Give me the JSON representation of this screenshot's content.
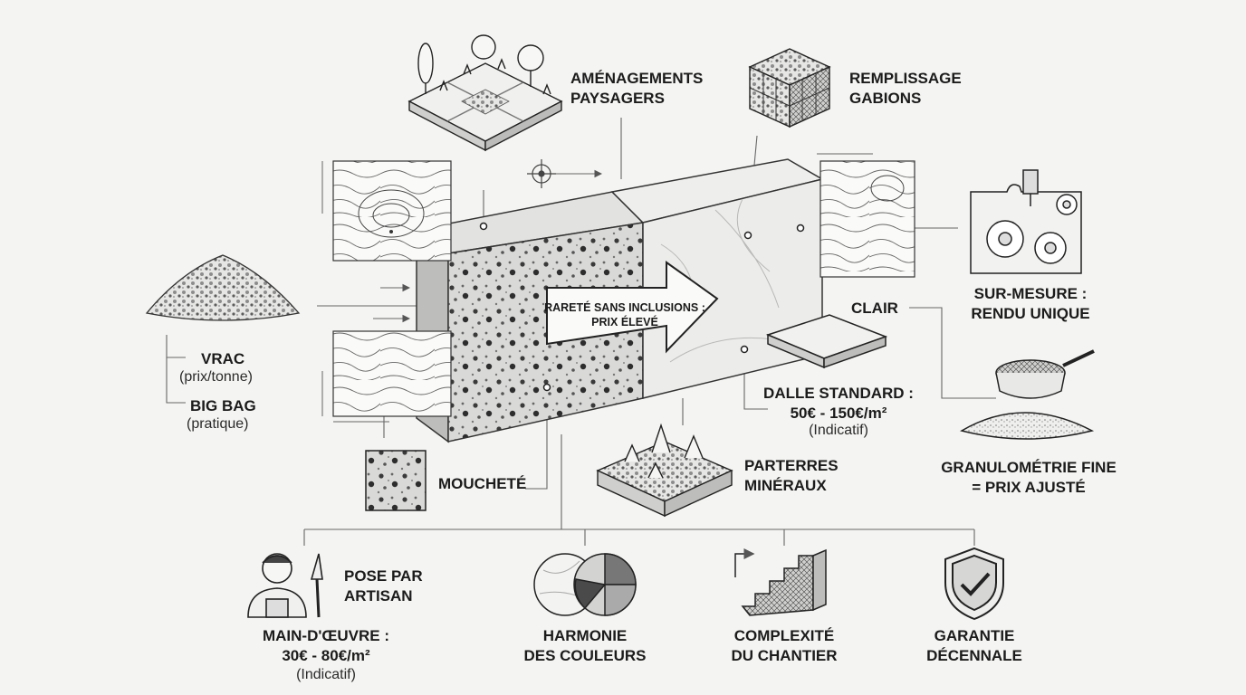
{
  "labels": {
    "amenagements": [
      "AMÉNAGEMENTS",
      "PAYSAGERS"
    ],
    "gabions": [
      "REMPLISSAGE",
      "GABIONS"
    ],
    "sur_mesure": [
      "SUR-MESURE :",
      "RENDU UNIQUE"
    ],
    "clair": "CLAIR",
    "dalle": [
      "DALLE STANDARD :",
      "50€ - 150€/m²"
    ],
    "dalle_sub": "(Indicatif)",
    "granulo": [
      "GRANULOMÉTRIE FINE",
      "= PRIX AJUSTÉ"
    ],
    "vrac": "VRAC",
    "vrac_sub": "(prix/tonne)",
    "bigbag": "BIG BAG",
    "bigbag_sub": "(pratique)",
    "mouchete": "MOUCHETÉ",
    "parterres": [
      "PARTERRES",
      "MINÉRAUX"
    ],
    "rarete": [
      "RARETÉ SANS INCLUSIONS :",
      "PRIX ÉLEVÉ"
    ],
    "pose": [
      "POSE PAR",
      "ARTISAN"
    ],
    "main_oeuvre": [
      "MAIN-D'ŒUVRE :",
      "30€ - 80€/m²"
    ],
    "main_oeuvre_sub": "(Indicatif)",
    "harmonie": [
      "HARMONIE",
      "DES COULEURS"
    ],
    "complexite": [
      "COMPLEXITÉ",
      "DU CHANTIER"
    ],
    "garantie": [
      "GARANTIE",
      "DÉCENNALE"
    ]
  },
  "icons": [
    "landscape-garden-icon",
    "gabion-cage-icon",
    "gear-puzzle-icon",
    "stone-slab-icon",
    "sieve-icon",
    "gravel-pile-icon",
    "speckled-tile-icon",
    "planter-icon",
    "worker-trowel-icon",
    "marble-color-disc-icon",
    "staircase-icon",
    "shield-check-icon",
    "granite-marble-block-icon"
  ],
  "colors": {
    "background": "#f4f4f2",
    "ink": "#1b1b1b",
    "line": "#555555"
  }
}
